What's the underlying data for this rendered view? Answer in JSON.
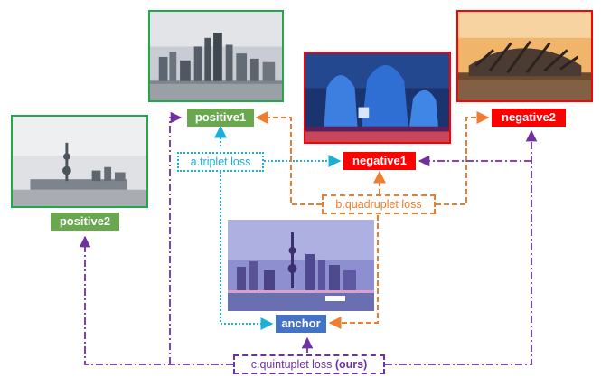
{
  "nodes": {
    "positive1": "positive1",
    "positive2": "positive2",
    "negative1": "negative1",
    "negative2": "negative2",
    "anchor": "anchor"
  },
  "losses": {
    "triplet": "a.triplet loss",
    "quadruplet": "b.quadruplet loss",
    "quintuplet": "c.quintuplet loss ",
    "quintuplet_emphasis": "(ours)"
  },
  "colors": {
    "positive": "#6aa84f",
    "negative": "#ff0000",
    "anchor": "#4472c4",
    "triplet": "#1ab0d8",
    "quadruplet": "#ed7d31",
    "quintuplet": "#7030a0"
  },
  "images": {
    "positive1": "city-skyline-photo",
    "positive2": "tv-tower-photo",
    "negative1": "modern-towers-photo",
    "negative2": "stadium-photo",
    "anchor": "night-skyline-photo"
  }
}
